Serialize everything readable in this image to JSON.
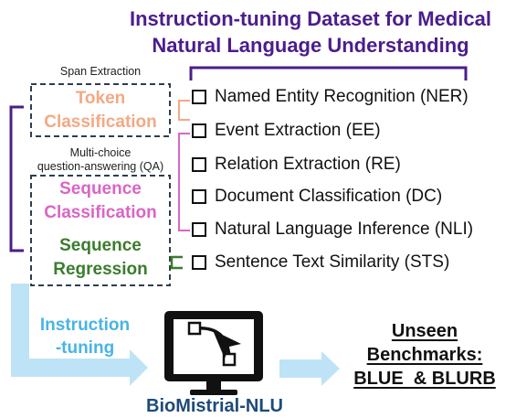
{
  "title": {
    "line1": "Instruction-tuning Dataset for Medical",
    "line2": "Natural Language Understanding"
  },
  "left_labels": {
    "span_extraction": "Span Extraction",
    "mcqa_line1": "Multi-choice",
    "mcqa_line2": "question-answering (QA)"
  },
  "categories": {
    "token_classification": {
      "line1": "Token",
      "line2": "Classification",
      "color": "#f2a984"
    },
    "sequence_classification": {
      "line1": "Sequence",
      "line2": "Classification",
      "color": "#d965c6"
    },
    "sequence_regression": {
      "line1": "Sequence",
      "line2": "Regression",
      "color": "#3a7d2c"
    }
  },
  "tasks": [
    "Named Entity Recognition (NER)",
    "Event Extraction (EE)",
    "Relation Extraction (RE)",
    "Document Classification (DC)",
    "Natural Language Inference (NLI)",
    "Sentence Text Similarity (STS)"
  ],
  "instruction_tuning": {
    "line1": "Instruction",
    "line2": "-tuning"
  },
  "model_name": "BioMistrial-NLU",
  "unseen": {
    "line1": "Unseen",
    "line2": "Benchmarks:",
    "line3": "BLUE  & BLURB"
  },
  "colors": {
    "title": "#4b1d8c",
    "bracket": "#4b1d8c",
    "arrow": "#bfe3f6",
    "instruction_text": "#49b4e6",
    "model_text": "#1e4b79",
    "dashed_box": "#2c3e50",
    "monitor": "#111111"
  },
  "icons": [
    "checkbox-icon",
    "computer-monitor-icon",
    "vector-pen-cursor-icon",
    "right-arrow-icon"
  ]
}
